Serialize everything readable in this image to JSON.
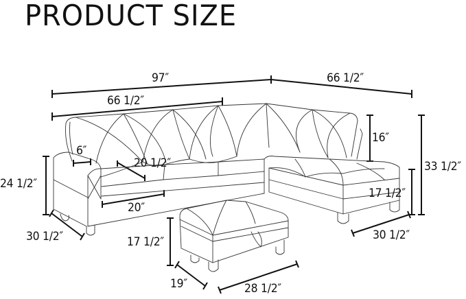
{
  "title": "PRODUCT SIZE",
  "colors": {
    "background": "#ffffff",
    "line": "#333333",
    "text": "#111111"
  },
  "dimensions": {
    "total_length": "97″",
    "chaise_length": "66 1/2″",
    "sofa_back_length": "66 1/2″",
    "arm_width": "6″",
    "seat_depth": "20 1/2″",
    "seat_width": "20″",
    "arm_height": "24 1/2″",
    "sofa_depth": "30 1/2″",
    "back_cushion_height": "16″",
    "total_height": "33 1/2″",
    "chaise_seat_height": "17 1/2″",
    "chaise_width": "30 1/2″",
    "ottoman_height": "17 1/2″",
    "ottoman_depth": "19″",
    "ottoman_length": "28 1/2″"
  }
}
